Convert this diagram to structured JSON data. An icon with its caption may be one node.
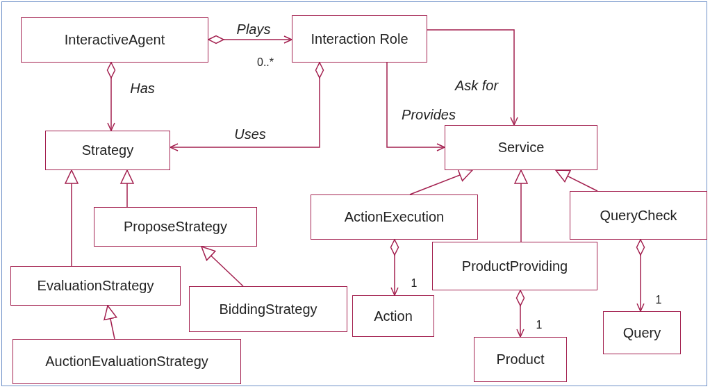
{
  "diagram": {
    "nodes": [
      {
        "text": [
          "InteractiveAgent"
        ]
      },
      {
        "text": [
          "Interaction Role"
        ]
      },
      {
        "text": [
          "Strategy"
        ]
      },
      {
        "text": [
          "Service"
        ]
      },
      {
        "text": [
          "ProposeStrategy"
        ]
      },
      {
        "text": [
          "ActionExecution"
        ]
      },
      {
        "text": [
          "QueryCheck"
        ]
      },
      {
        "text": [
          "EvaluationStrategy"
        ]
      },
      {
        "text": [
          "ProductProviding"
        ]
      },
      {
        "text": [
          "BiddingStrategy"
        ]
      },
      {
        "text": [
          "Action"
        ]
      },
      {
        "text": [
          "Query"
        ]
      },
      {
        "text": [
          "AuctionEvaluationStrategy"
        ]
      },
      {
        "text": [
          "Product"
        ]
      }
    ],
    "edges": [
      {
        "from": 0,
        "to": 1,
        "arrow": "to",
        "label": "Plays"
      },
      {
        "from": 0,
        "to": 2,
        "arrow": "to",
        "label": "Has"
      },
      {
        "from": 1,
        "to": 2,
        "arrow": "to",
        "label": "Uses"
      },
      {
        "from": 1,
        "to": 3,
        "arrow": "to",
        "label": "Provides"
      },
      {
        "from": 1,
        "to": 3,
        "arrow": "to",
        "label": "Ask for"
      },
      {
        "from": 7,
        "to": 2,
        "arrow": "to"
      },
      {
        "from": 4,
        "to": 2,
        "arrow": "to"
      },
      {
        "from": 9,
        "to": 4,
        "arrow": "to"
      },
      {
        "from": 12,
        "to": 7,
        "arrow": "to"
      },
      {
        "from": 5,
        "to": 3,
        "arrow": "to"
      },
      {
        "from": 8,
        "to": 3,
        "arrow": "to"
      },
      {
        "from": 6,
        "to": 3,
        "arrow": "to"
      },
      {
        "from": 5,
        "to": 10,
        "arrow": "to"
      },
      {
        "from": 8,
        "to": 13,
        "arrow": "to"
      },
      {
        "from": 6,
        "to": 11,
        "arrow": "to"
      }
    ],
    "labels": [
      "0..*",
      "1",
      "1",
      "1"
    ]
  }
}
